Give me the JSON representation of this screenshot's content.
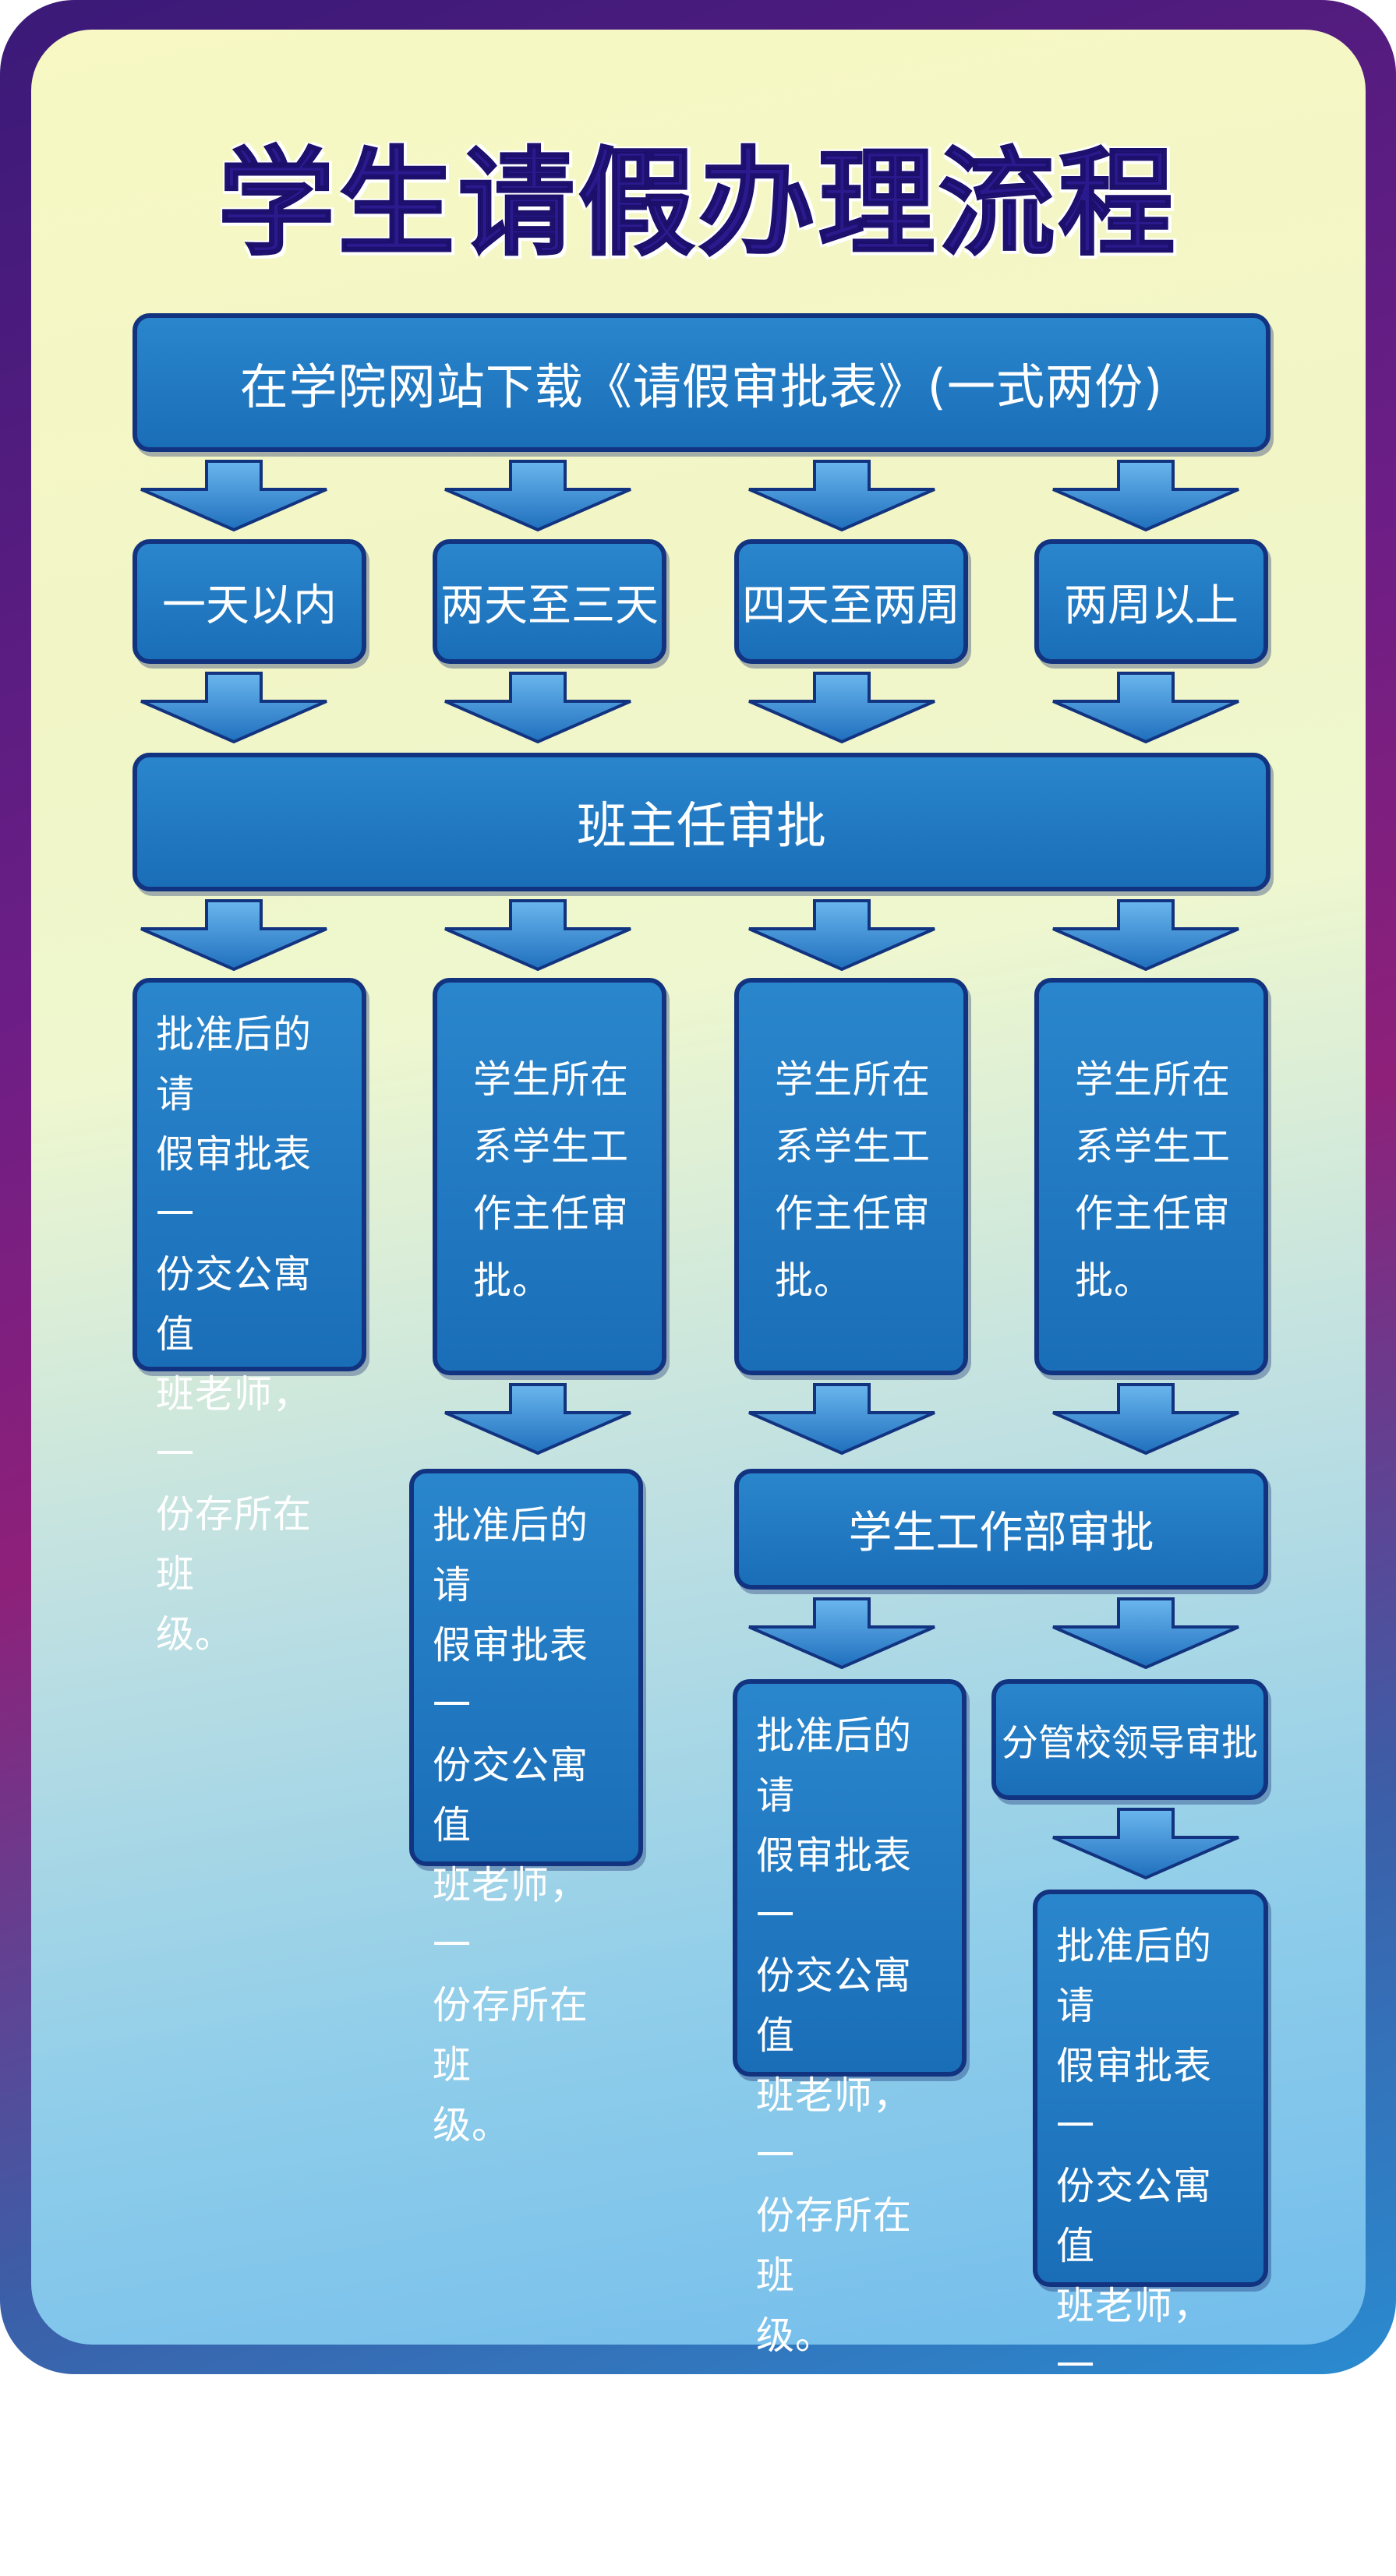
{
  "title": "学生请假办理流程",
  "steps": {
    "download": "在学院网站下载《请假审批表》(一式两份)",
    "durations": [
      "一天以内",
      "两天至三天",
      "四天至两周",
      "两周以上"
    ],
    "class_teacher": "班主任审批",
    "approved_note": "批准后的请假审批表一份交公寓值班老师，一份存所在班级。",
    "approved_note_lines": [
      "批准后的请",
      "假审批表一",
      "份交公寓值",
      "班老师，一",
      "份存所在班",
      "级。"
    ],
    "dept_review_lines": [
      "学生所在",
      "系学生工",
      "作主任审",
      "批。"
    ],
    "student_affairs": "学生工作部审批",
    "school_leader": "分管校领导审批"
  },
  "colors": {
    "box_fill": "#1a6eb8",
    "box_border": "#12337f",
    "title": "#2b1a8e",
    "arrow_fill": "#2a86cc"
  }
}
